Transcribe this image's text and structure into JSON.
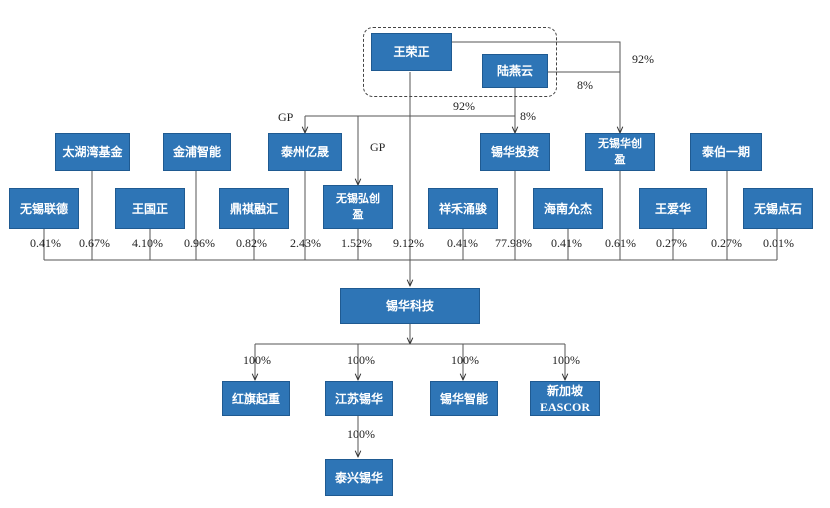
{
  "top_holders": {
    "wang_rongzheng": "王荣正",
    "lu_yanyun": "陆燕云"
  },
  "controllers": {
    "taizhou_yicheng": "泰州亿晟",
    "wuxi_hongchuang": "无锡弘创盈",
    "xihua_investment": "锡华投资"
  },
  "control_pcts": {
    "wang_to_yicheng": "92%",
    "lu_to_yicheng": "8%",
    "wang_to_chuangying": "92%",
    "lu_to_chuangying": "8%",
    "yicheng_gp": "GP",
    "hongchuang_gp": "GP"
  },
  "upper_row": {
    "taihuwan": "太湖湾基金",
    "jinpu": "金浦智能",
    "wuxi_chuangying": "无锡华创盈",
    "taibo": "泰伯一期"
  },
  "lower_row": {
    "wuxi_liande": "无锡联德",
    "wang_guozheng": "王国正",
    "dingqi": "鼎祺融汇",
    "xianghe": "祥禾涌骏",
    "hainan": "海南允杰",
    "wang_aihua": "王爱华",
    "wuxi_dianshi": "无锡点石"
  },
  "shareholding": [
    "0.41%",
    "0.67%",
    "4.10%",
    "0.96%",
    "0.82%",
    "2.43%",
    "1.52%",
    "9.12%",
    "0.41%",
    "77.98%",
    "0.41%",
    "0.61%",
    "0.27%",
    "0.27%",
    "0.01%"
  ],
  "company": "锡华科技",
  "subsidiaries": {
    "hongqi": "红旗起重",
    "jiangsu": "江苏锡华",
    "xihua_smart": "锡华智能",
    "singapore_l1": "新加坡",
    "singapore_l2": "EASCOR",
    "taixing": "泰兴锡华"
  },
  "subsidiary_pcts": [
    "100%",
    "100%",
    "100%",
    "100%",
    "100%"
  ]
}
